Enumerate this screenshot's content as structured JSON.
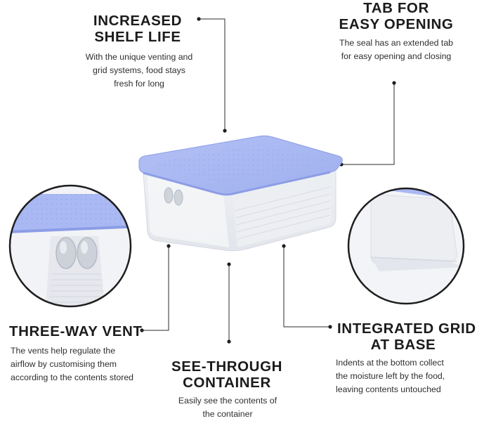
{
  "callouts": {
    "shelf_life": {
      "heading": [
        "INCREASED",
        "SHELF LIFE"
      ],
      "description": [
        "With the unique venting and",
        "grid systems, food stays",
        "fresh for long"
      ]
    },
    "easy_opening": {
      "heading": [
        "TAB FOR",
        "EASY OPENING"
      ],
      "description": [
        "The seal has an extended tab",
        "for easy opening and closing"
      ]
    },
    "three_way_vent": {
      "heading": [
        "THREE-WAY VENT"
      ],
      "description": [
        "The vents help regulate the",
        "airflow by customising them",
        "according to the contents stored"
      ]
    },
    "see_through": {
      "heading": [
        "SEE-THROUGH",
        "CONTAINER"
      ],
      "description": [
        "Easily see the contents of",
        "the container"
      ]
    },
    "integrated_grid": {
      "heading": [
        "INTEGRATED GRID",
        "AT BASE"
      ],
      "description": [
        "Indents at the bottom collect",
        "the moisture left by the food,",
        "leaving contents untouched"
      ]
    }
  },
  "colors": {
    "lid": "#a7b6f2",
    "lid_edge": "#8c9de6",
    "body": "#f0f1f4",
    "leader": "#2b2b2b",
    "text": "#1b1b1b"
  }
}
